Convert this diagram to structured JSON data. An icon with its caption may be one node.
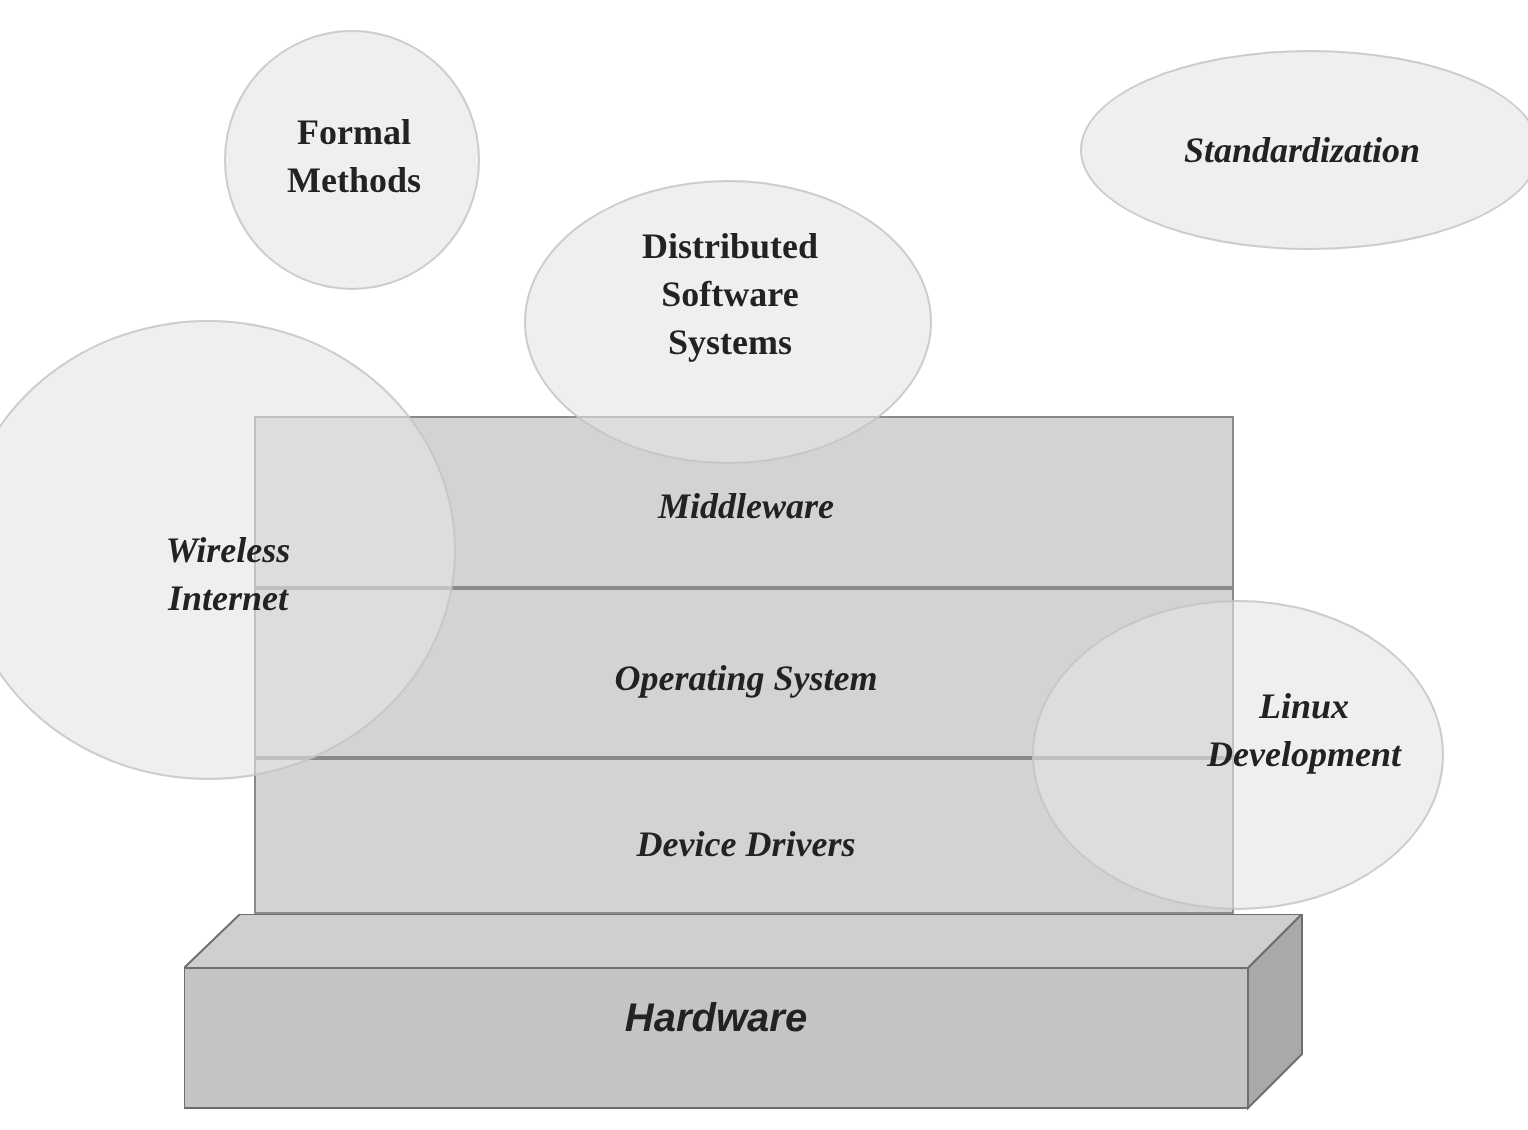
{
  "diagram": {
    "nodes": [
      {
        "text": [
          "Formal Methods"
        ]
      },
      {
        "text": [
          "Standardization"
        ]
      },
      {
        "text": [
          "Distributed Software Systems"
        ]
      },
      {
        "text": [
          "Middleware"
        ]
      },
      {
        "text": [
          "Wireless Internet"
        ]
      },
      {
        "text": [
          "Operating System"
        ]
      },
      {
        "text": [
          "Linux Development"
        ]
      },
      {
        "text": [
          "Device Drivers"
        ]
      },
      {
        "text": [
          "Hardware"
        ]
      }
    ]
  }
}
